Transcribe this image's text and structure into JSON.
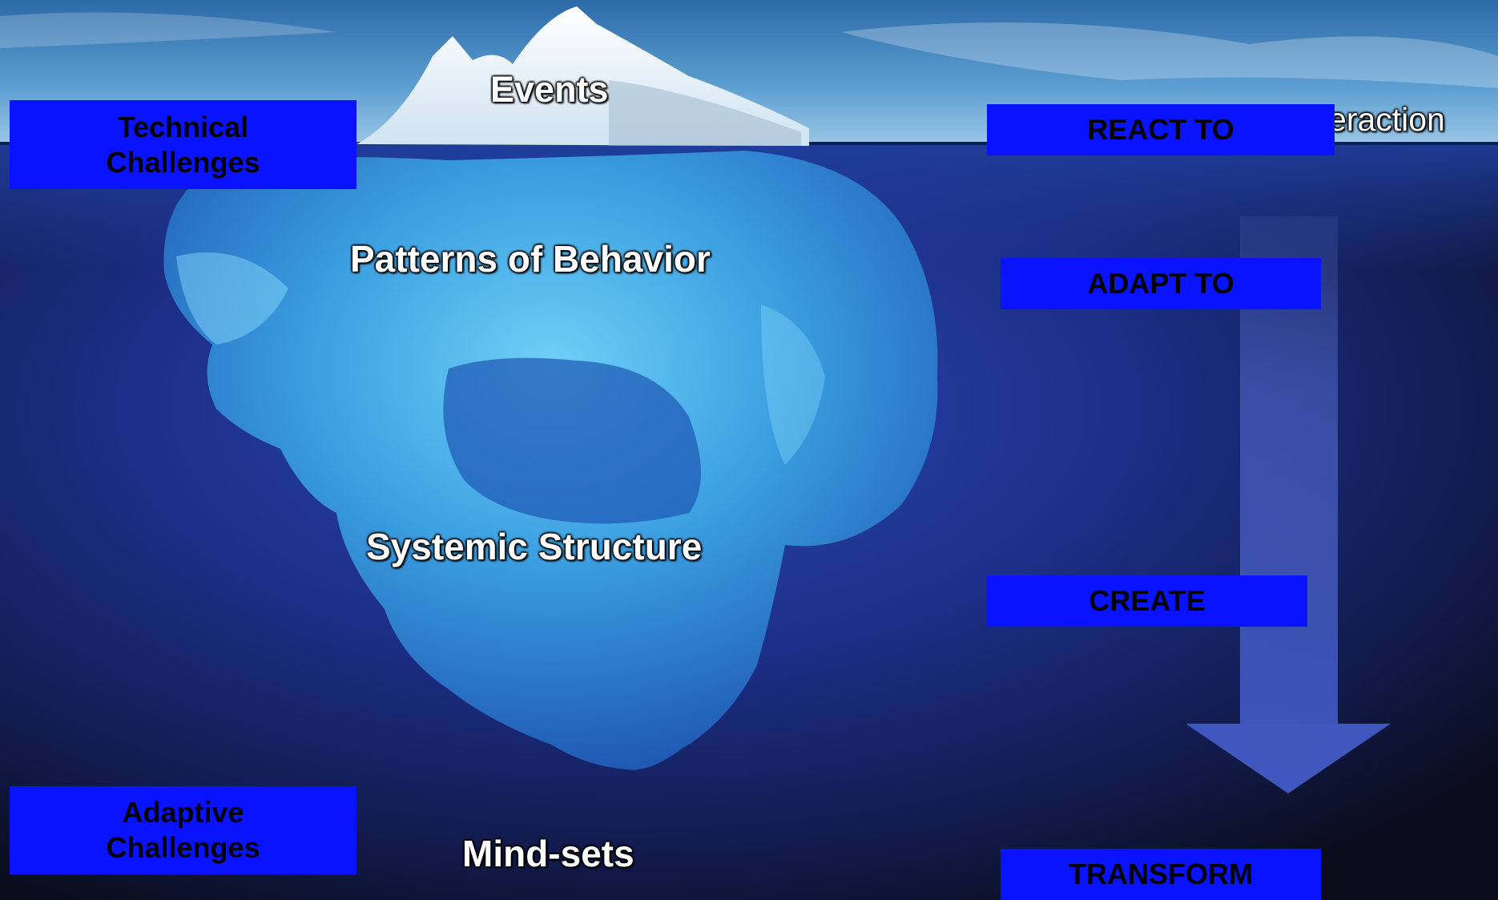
{
  "diagram": {
    "title_fragment": "eraction",
    "levels": [
      "Events",
      "Patterns of Behavior",
      "Systemic Structure",
      "Mind-sets"
    ],
    "challenges": {
      "technical": [
        "Technical",
        "Challenges"
      ],
      "adaptive": [
        "Adaptive",
        "Challenges"
      ]
    },
    "responses": [
      "REACT TO",
      "ADAPT TO",
      "CREATE",
      "TRANSFORM"
    ]
  },
  "colors": {
    "box_fill": "#0a13ff",
    "box_text": "#000000",
    "label_text": "#ffffff",
    "sky_top": "#2f6fae",
    "deep_water": "#0b0f1e",
    "ice": "#49b6e8",
    "arrow": "#3a4fb8"
  }
}
